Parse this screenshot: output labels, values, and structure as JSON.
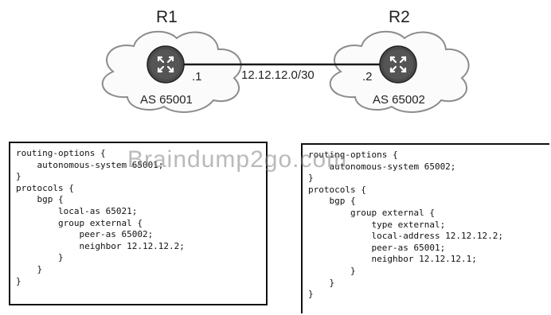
{
  "routers": [
    {
      "name": "R1",
      "address": ".1",
      "as": "AS 65001"
    },
    {
      "name": "R2",
      "address": ".2",
      "as": "AS 65002"
    }
  ],
  "link": {
    "subnet": "12.12.12.0/30"
  },
  "configs": {
    "r1": "routing-options {\n    autonomous-system 65001;\n}\nprotocols {\n    bgp {\n        local-as 65021;\n        group external {\n            peer-as 65002;\n            neighbor 12.12.12.2;\n        }\n    }\n}",
    "r2": "routing-options {\n    autonomous-system 65002;\n}\nprotocols {\n    bgp {\n        group external {\n            type external;\n            local-address 12.12.12.2;\n            peer-as 65001;\n            neighbor 12.12.12.1;\n        }\n    }\n}"
  },
  "watermark": "Braindump2go.com"
}
